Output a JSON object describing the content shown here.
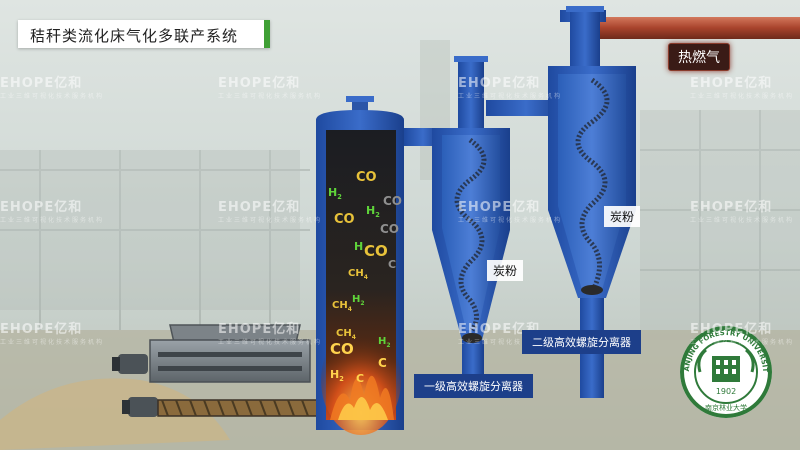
{
  "title": "秸秆类流化床气化多联产系统",
  "watermark": {
    "brand": "EHOPE亿和",
    "subtitle": "工业三维可视化技术服务机构"
  },
  "hot_gas_label": "热燃气",
  "labels": {
    "char_powder_primary": "炭粉",
    "char_powder_secondary": "炭粉",
    "primary_separator": "一级高效螺旋分离器",
    "secondary_separator": "二级高效螺旋分离器"
  },
  "gas_molecules": {
    "co": "CO",
    "h": "H",
    "two": "2",
    "four": "4",
    "ch": "CH",
    "c": "C"
  },
  "seal": {
    "ring_text": "NANJING FORESTRY UNIVERSITY",
    "year": "1902",
    "chinese_text": "南京林业大学"
  },
  "colors": {
    "title_accent": "#3fa035",
    "equipment_blue": "#2350a6",
    "pipe_copper": "#b5533a",
    "fire": "#e0541a",
    "gas_green": "#5fd43a",
    "gas_yellow": "#e8c23a",
    "seal_green": "#2f7a3a"
  },
  "icons": [
    "fluidized-bed-reactor-icon",
    "cyclone-separator-icon",
    "screw-feeder-icon",
    "motor-icon",
    "hopper-icon",
    "university-seal-icon"
  ]
}
